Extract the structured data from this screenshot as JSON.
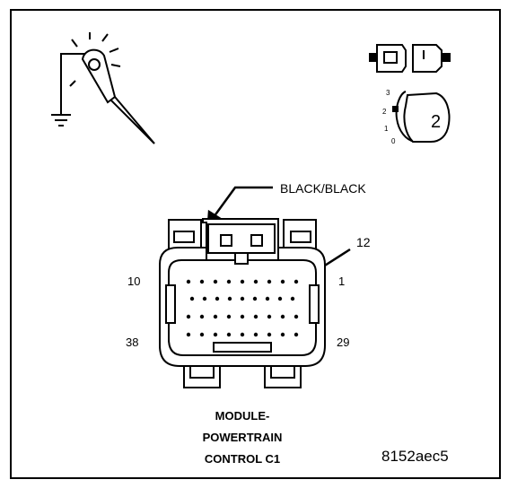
{
  "diagram": {
    "wire_color_label": "BLACK/BLACK",
    "callout_pin": "12",
    "pin_labels": {
      "top_left": "10",
      "top_right": "1",
      "bottom_left": "38",
      "bottom_right": "29"
    },
    "caption_lines": [
      "MODULE-",
      "POWERTRAIN",
      "CONTROL C1"
    ],
    "figure_id": "8152aec5",
    "terminal_icon_number": "2",
    "scale_labels": [
      "3",
      "2",
      "1",
      "0"
    ],
    "icons": [
      "test-light-probe-icon",
      "connector-pair-icon",
      "terminal-size-icon"
    ]
  }
}
